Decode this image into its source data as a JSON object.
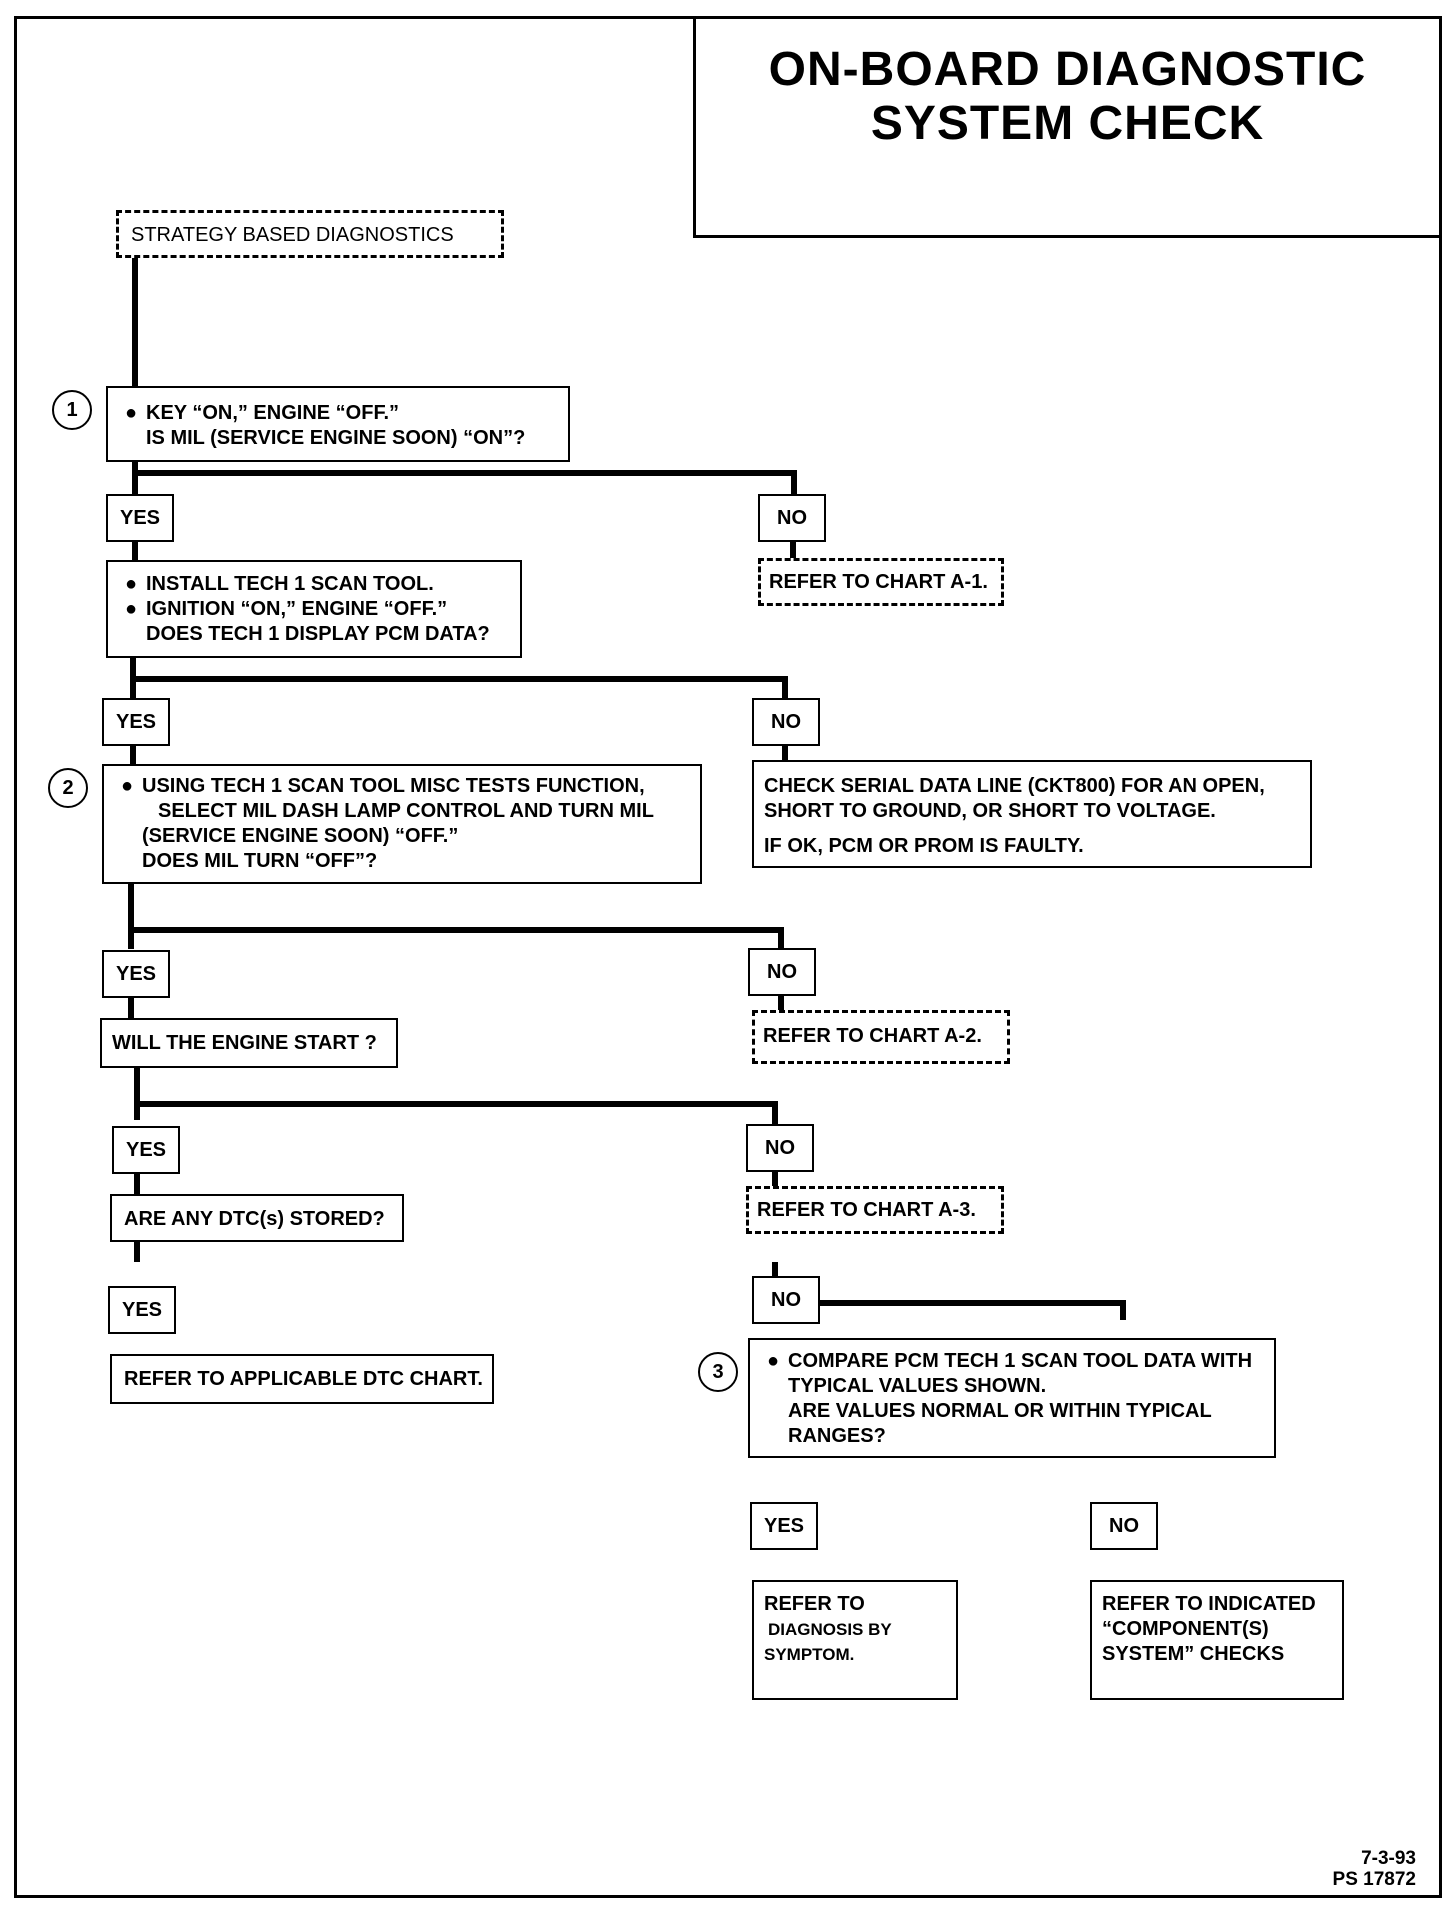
{
  "title": {
    "line1": "ON-BOARD DIAGNOSTIC",
    "line2": "SYSTEM CHECK"
  },
  "start": "STRATEGY BASED DIAGNOSTICS",
  "step1": {
    "num": "1",
    "line1": "KEY “ON,” ENGINE “OFF.”",
    "line2": "IS MIL (SERVICE ENGINE SOON) “ON”?"
  },
  "q1": {
    "yes": "YES",
    "no": "NO",
    "no_result": "REFER TO CHART A-1."
  },
  "tech": {
    "line1": "INSTALL  TECH 1 SCAN TOOL.",
    "line2": "IGNITION “ON,” ENGINE “OFF.”",
    "line3": "DOES TECH 1 DISPLAY PCM DATA?"
  },
  "q2": {
    "yes": "YES",
    "no": "NO",
    "no_result": {
      "line1": "CHECK SERIAL DATA LINE (CKT800) FOR AN OPEN,",
      "line2": "SHORT TO GROUND, OR SHORT TO VOLTAGE.",
      "line3": "IF OK, PCM OR PROM IS FAULTY."
    }
  },
  "step2": {
    "num": "2",
    "line1": "USING  TECH 1 SCAN TOOL   MISC TESTS FUNCTION,",
    "line2": "SELECT  MIL DASH LAMP CONTROL AND TURN MIL",
    "line3": "(SERVICE ENGINE SOON) “OFF.”",
    "line4": "DOES MIL TURN “OFF”?"
  },
  "q3": {
    "yes": "YES",
    "no": "NO",
    "no_result": "REFER TO CHART A-2."
  },
  "engine": "WILL THE ENGINE START ?",
  "q4": {
    "yes": "YES",
    "no": "NO",
    "no_result": "REFER TO CHART A-3."
  },
  "dtc": "ARE ANY DTC(s) STORED?",
  "q5": {
    "yes": "YES",
    "no": "NO",
    "yes_result": "REFER TO APPLICABLE DTC CHART."
  },
  "step3": {
    "num": "3",
    "line1": "COMPARE PCM TECH 1 SCAN TOOL DATA WITH",
    "line2": "TYPICAL  VALUES SHOWN.",
    "line3": "ARE VALUES NORMAL OR WITHIN TYPICAL",
    "line4": "RANGES?"
  },
  "q6": {
    "yes": "YES",
    "no": "NO",
    "yes_result": {
      "line1": "REFER TO",
      "line2": "DIAGNOSIS BY",
      "line3": "SYMPTOM."
    },
    "no_result": {
      "line1": "REFER TO INDICATED",
      "line2": "“COMPONENT(S)",
      "line3": "SYSTEM” CHECKS"
    }
  },
  "footer": {
    "date": "7-3-93",
    "code": "PS 17872"
  }
}
